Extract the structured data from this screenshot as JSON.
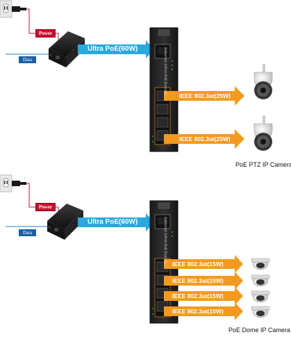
{
  "top": {
    "power_label": "Power",
    "data_label": "Data",
    "ultra_label": "Ultra PoE(60W)",
    "ports": [
      "IEEE 802.3at(25W)",
      "IEEE 802.3at(25W)"
    ],
    "device_text": "Industrial 4-Port PoE Extender",
    "caption": "PoE PTZ IP Camera"
  },
  "bottom": {
    "power_label": "Power",
    "data_label": "Data",
    "ultra_label": "Ultra PoE(60W)",
    "ports": [
      "IEEE 802.3at(15W)",
      "IEEE 802.3at(15W)",
      "IEEE 802.3at(15W)",
      "IEEE 802.3at(15W)"
    ],
    "device_text": "Industrial 4-Port PoE Extender",
    "caption": "PoE Dome IP Camera"
  },
  "colors": {
    "power_line": "#c8102e",
    "data_line": "#1f7fd0",
    "ultra_arrow": "#28a9e0",
    "poe_arrow": "#f39a1e",
    "device": "#2b2b2b"
  },
  "icons": [
    "power-outlet-icon",
    "poe-injector-icon",
    "poe-extender-icon",
    "ptz-camera-icon",
    "dome-camera-icon"
  ]
}
